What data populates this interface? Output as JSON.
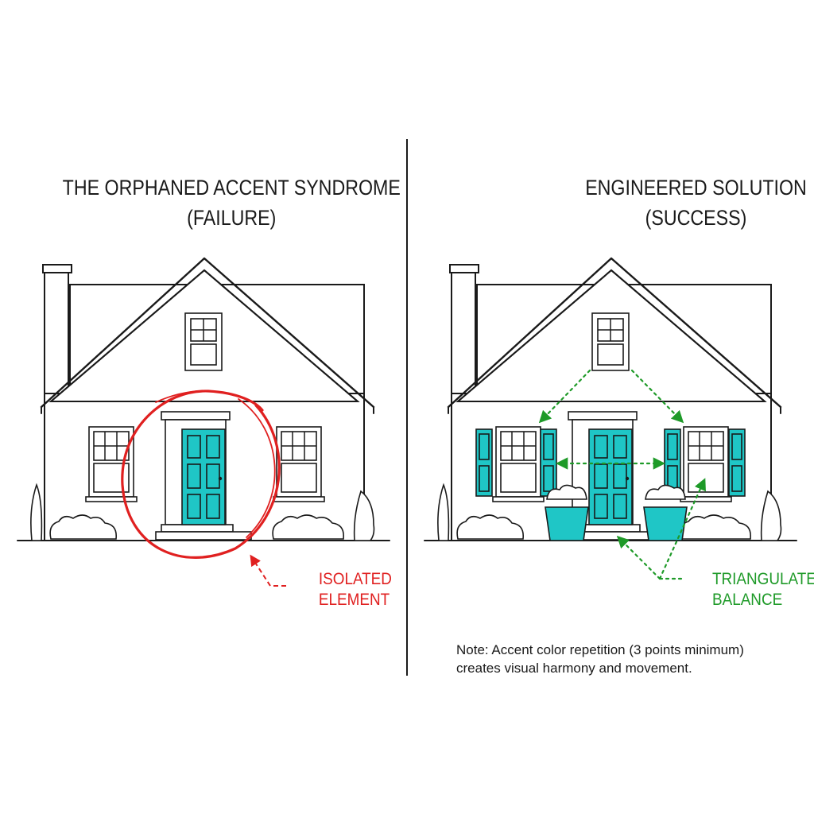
{
  "left_panel": {
    "title_line1": "THE ORPHANED ACCENT SYNDROME",
    "title_line2": "(FAILURE)",
    "label_line1": "ISOLATED",
    "label_line2": "ELEMENT"
  },
  "right_panel": {
    "title_line1": "ENGINEERED SOLUTION",
    "title_line2": "(SUCCESS)",
    "label_line1": "TRIANGULATED",
    "label_line2": "BALANCE",
    "note_line1": "Note: Accent color repetition (3 points minimum)",
    "note_line2": "creates visual harmony and movement."
  },
  "colors": {
    "accent_teal": "#1fc6c6",
    "failure_red": "#e02020",
    "success_green": "#1e9a28",
    "line": "#1a1a1a"
  }
}
